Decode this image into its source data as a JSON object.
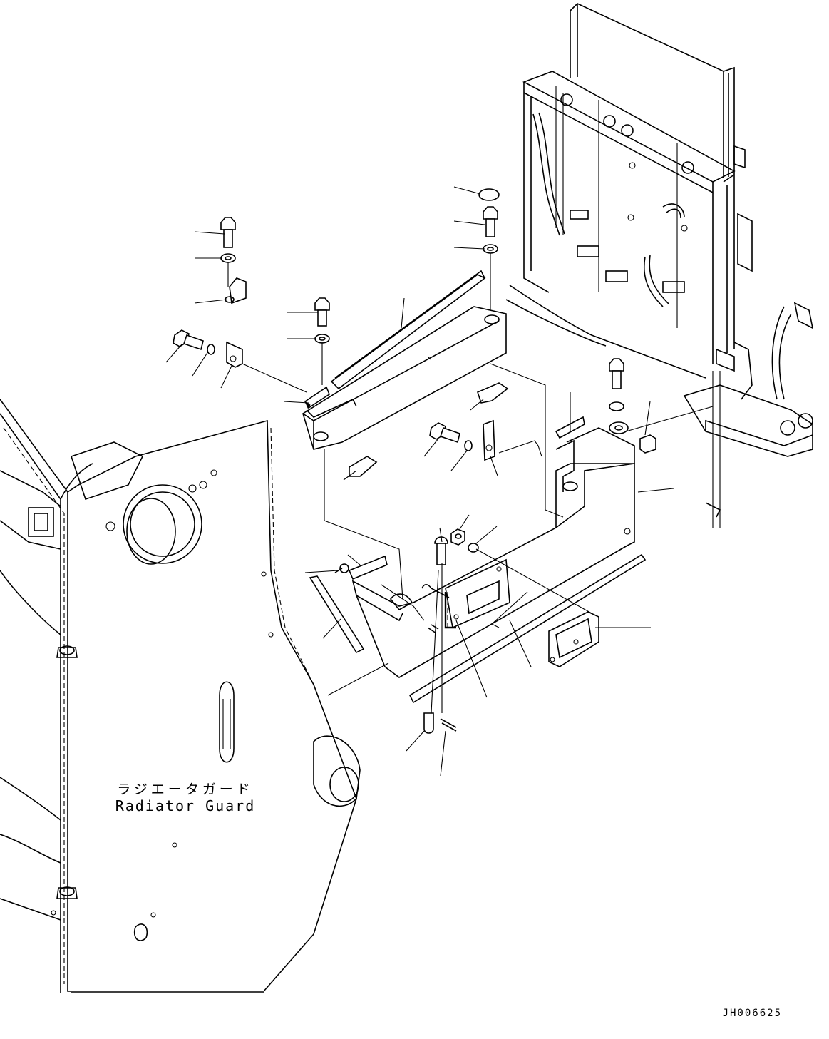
{
  "label": {
    "jp": "ラジエータガード",
    "en": "Radiator Guard"
  },
  "drawing_code": "JH006625"
}
